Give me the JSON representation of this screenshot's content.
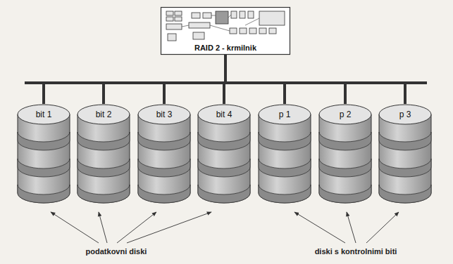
{
  "diagram": {
    "nodes": [
      {
        "text": [
          "RAID 2 - krmilnik"
        ]
      },
      {
        "text": [
          "bit 1"
        ]
      },
      {
        "text": [
          "bit 2"
        ]
      },
      {
        "text": [
          "bit 3"
        ]
      },
      {
        "text": [
          "bit 4"
        ]
      },
      {
        "text": [
          "p 1"
        ]
      },
      {
        "text": [
          "p 2"
        ]
      },
      {
        "text": [
          "p 3"
        ]
      }
    ],
    "edges": [
      {
        "from": 0,
        "to": 1,
        "arrow": "none"
      },
      {
        "from": 0,
        "to": 2,
        "arrow": "none"
      },
      {
        "from": 0,
        "to": 3,
        "arrow": "none"
      },
      {
        "from": 0,
        "to": 4,
        "arrow": "none"
      },
      {
        "from": 0,
        "to": 5,
        "arrow": "none"
      },
      {
        "from": 0,
        "to": 6,
        "arrow": "none"
      },
      {
        "from": 0,
        "to": 7,
        "arrow": "none"
      }
    ],
    "labels": [
      "podatkovni diski",
      "diski s kontrolnimi biti"
    ]
  }
}
